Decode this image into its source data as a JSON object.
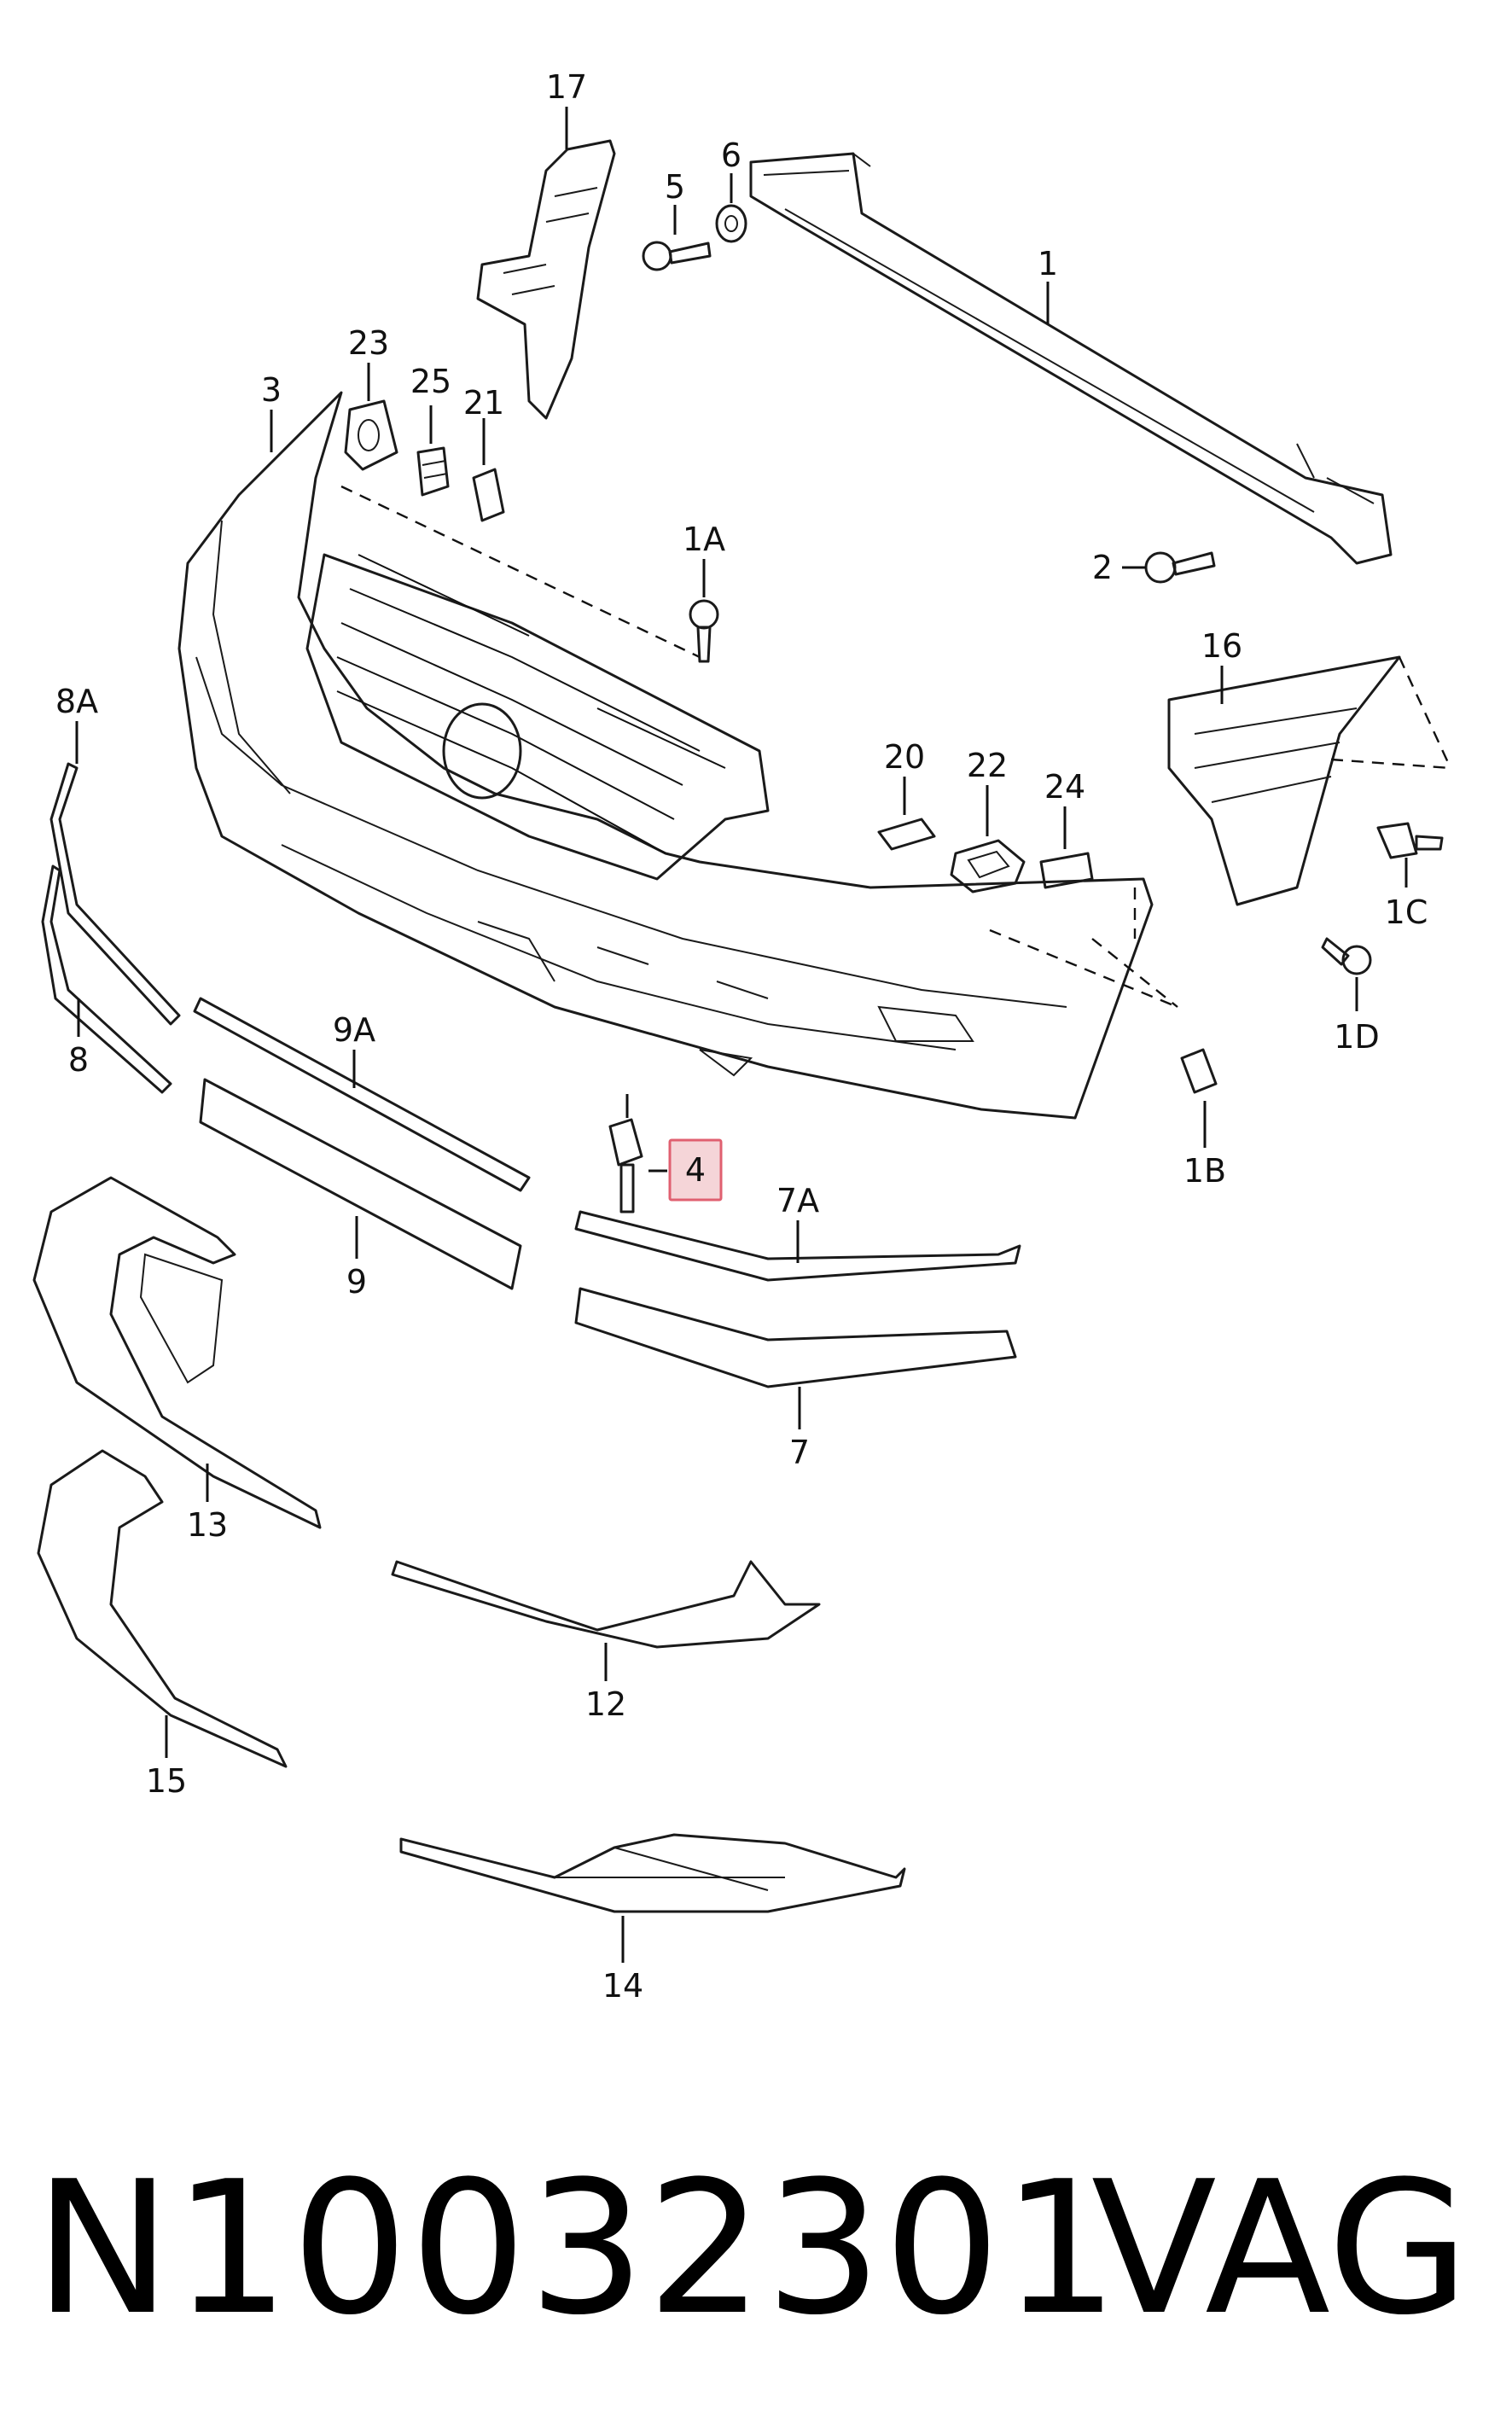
{
  "labels": {
    "p1": "1",
    "p1a": "1A",
    "p1b": "1B",
    "p1c": "1C",
    "p1d": "1D",
    "p2": "2",
    "p3": "3",
    "p4": "4",
    "p5": "5",
    "p6": "6",
    "p7": "7",
    "p7a": "7A",
    "p8": "8",
    "p8a": "8A",
    "p9": "9",
    "p9a": "9A",
    "p12": "12",
    "p13": "13",
    "p14": "14",
    "p15": "15",
    "p16": "16",
    "p17": "17",
    "p20": "20",
    "p21": "21",
    "p22": "22",
    "p23": "23",
    "p24": "24",
    "p25": "25"
  },
  "highlight": {
    "label": "4",
    "color": "#e06070"
  },
  "footer": {
    "part_number": "N10032301",
    "brand": "VAG"
  }
}
